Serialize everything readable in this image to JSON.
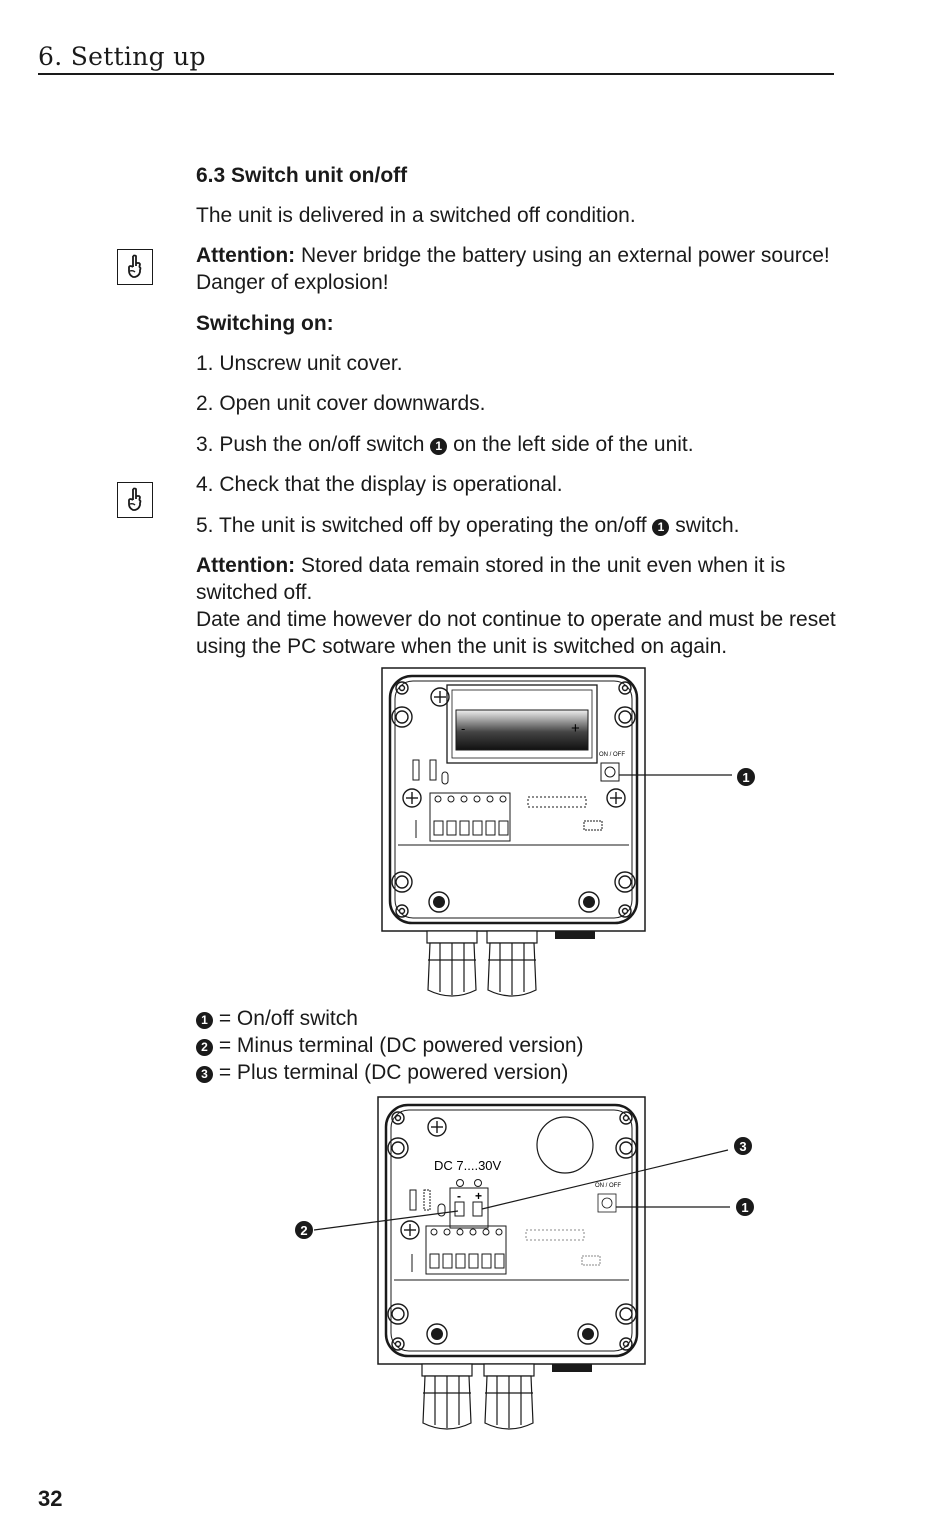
{
  "header": {
    "chapter": "6. Setting up"
  },
  "section": {
    "heading": "6.3 Switch unit on/off",
    "intro": "The unit is delivered in a switched off condition.",
    "attention1": {
      "label": "Attention:",
      "text": " Never bridge the battery using an external power source! Danger of explosion!"
    },
    "switching_on_heading": "Switching on:",
    "steps": [
      "1. Unscrew unit cover.",
      "2. Open unit cover downwards.",
      {
        "before": "3. Push the on/off switch ",
        "marker": "1",
        "after": " on the left side of the unit."
      },
      "4. Check that the display is operational.",
      {
        "before": "5. The unit is switched off by operating the on/off ",
        "marker": "1",
        "after": " switch."
      }
    ],
    "attention2": {
      "label": "Attention:",
      "text": " Stored data remain stored in the unit even when it is switched off.",
      "text2": "Date and time however do not continue to operate and must be reset using the PC sotware when the unit is switched on again."
    }
  },
  "figure1": {
    "switch_label": "ON / OFF",
    "callout": "1",
    "battery_minus": "-",
    "battery_plus": "+"
  },
  "legend": [
    {
      "marker": "1",
      "text": " = On/off switch"
    },
    {
      "marker": "2",
      "text": " = Minus terminal (DC powered version)"
    },
    {
      "marker": "3",
      "text": " = Plus terminal (DC powered version)"
    }
  ],
  "figure2": {
    "voltage_label": "DC 7....30V",
    "switch_label": "ON / OFF",
    "callout_1": "1",
    "callout_2": "2",
    "callout_3": "3",
    "terminal_minus": "-",
    "terminal_plus": "+"
  },
  "footer": {
    "page_number": "32"
  },
  "icons": [
    "pointing-hand-icon"
  ]
}
